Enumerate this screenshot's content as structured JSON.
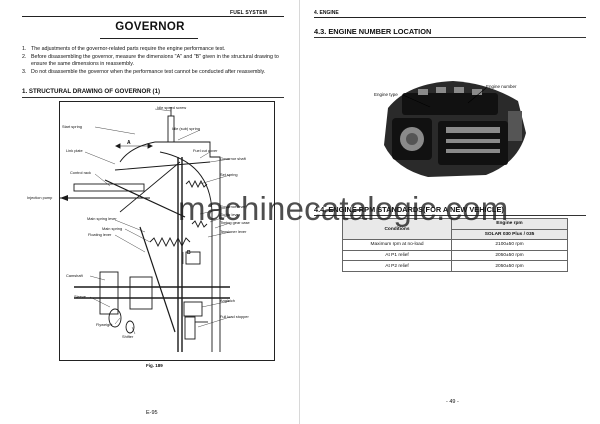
{
  "left_page": {
    "header": "FUEL SYSTEM",
    "title": "GOVERNOR",
    "notes": [
      {
        "num": "1.",
        "text": "The adjustments of the governor-related parts require the engine performance test."
      },
      {
        "num": "2.",
        "text": "Before disassembling the governor, measure the dimensions \"A\" and \"B\" given in the structural drawing to ensure the same dimensions in reassembly."
      },
      {
        "num": "3.",
        "text": "Do not disassemble the governor when the performance test cannot be conducted after reassembly."
      }
    ],
    "section_title": "1.  STRUCTURAL DRAWING OF GOVERNOR (1)",
    "diagram_labels": {
      "idle_speed_screw": "Idle speed screw",
      "start_spring": "Start spring",
      "idle_sub_spring": "Idle (sub) spring",
      "link_plate": "Link plate",
      "dim_a": "A",
      "fuel_cut_cover": "Fuel cut cover",
      "governor_shaft": "Governor shaft",
      "control_rack": "Control rack",
      "set_spring": "Set spring",
      "injection_pump": "Injection pump",
      "governor_lever": "Governor lever",
      "main_spring_lever": "Main spring lever",
      "guide_lever": "Guide lever",
      "main_spring": "Main spring",
      "timing_gear_case": "Timing gear case",
      "floating_lever": "Floating lever",
      "tensioner_lever": "Tensioner lever",
      "dim_b": "B",
      "camshaft": "Camshaft",
      "angleich": "Angleich",
      "sleeve": "Sleeve",
      "full_load_stopper": "Full load stopper",
      "flyweight": "Flyweight",
      "shifter": "Shifter"
    },
    "figure_caption": "Fig. 189",
    "page_number": "E-95"
  },
  "right_page": {
    "header": "4.  ENGINE",
    "section1_title": "4.3.  ENGINE NUMBER LOCATION",
    "photo_labels": {
      "engine_type": "Engine type",
      "engine_number": "Engine number"
    },
    "section2_title": "4.4.  ENGINE RPM STANDARDS(FOR A NEW VEHICLE)",
    "rpm_table": {
      "col_header_conditions": "Conditions",
      "col_header_rpm": "Engine rpm",
      "col_subheader_model": "SOLAR 030 Plus / 035",
      "rows": [
        {
          "condition": "Maximum rpm at no-load",
          "rpm": "2100±50 rpm"
        },
        {
          "condition": "At P1 relief",
          "rpm": "2050±50 rpm"
        },
        {
          "condition": "At P2 relief",
          "rpm": "2050±50 rpm"
        }
      ]
    },
    "page_number": "- 49 -"
  },
  "watermark": "machinecatalogic.com"
}
